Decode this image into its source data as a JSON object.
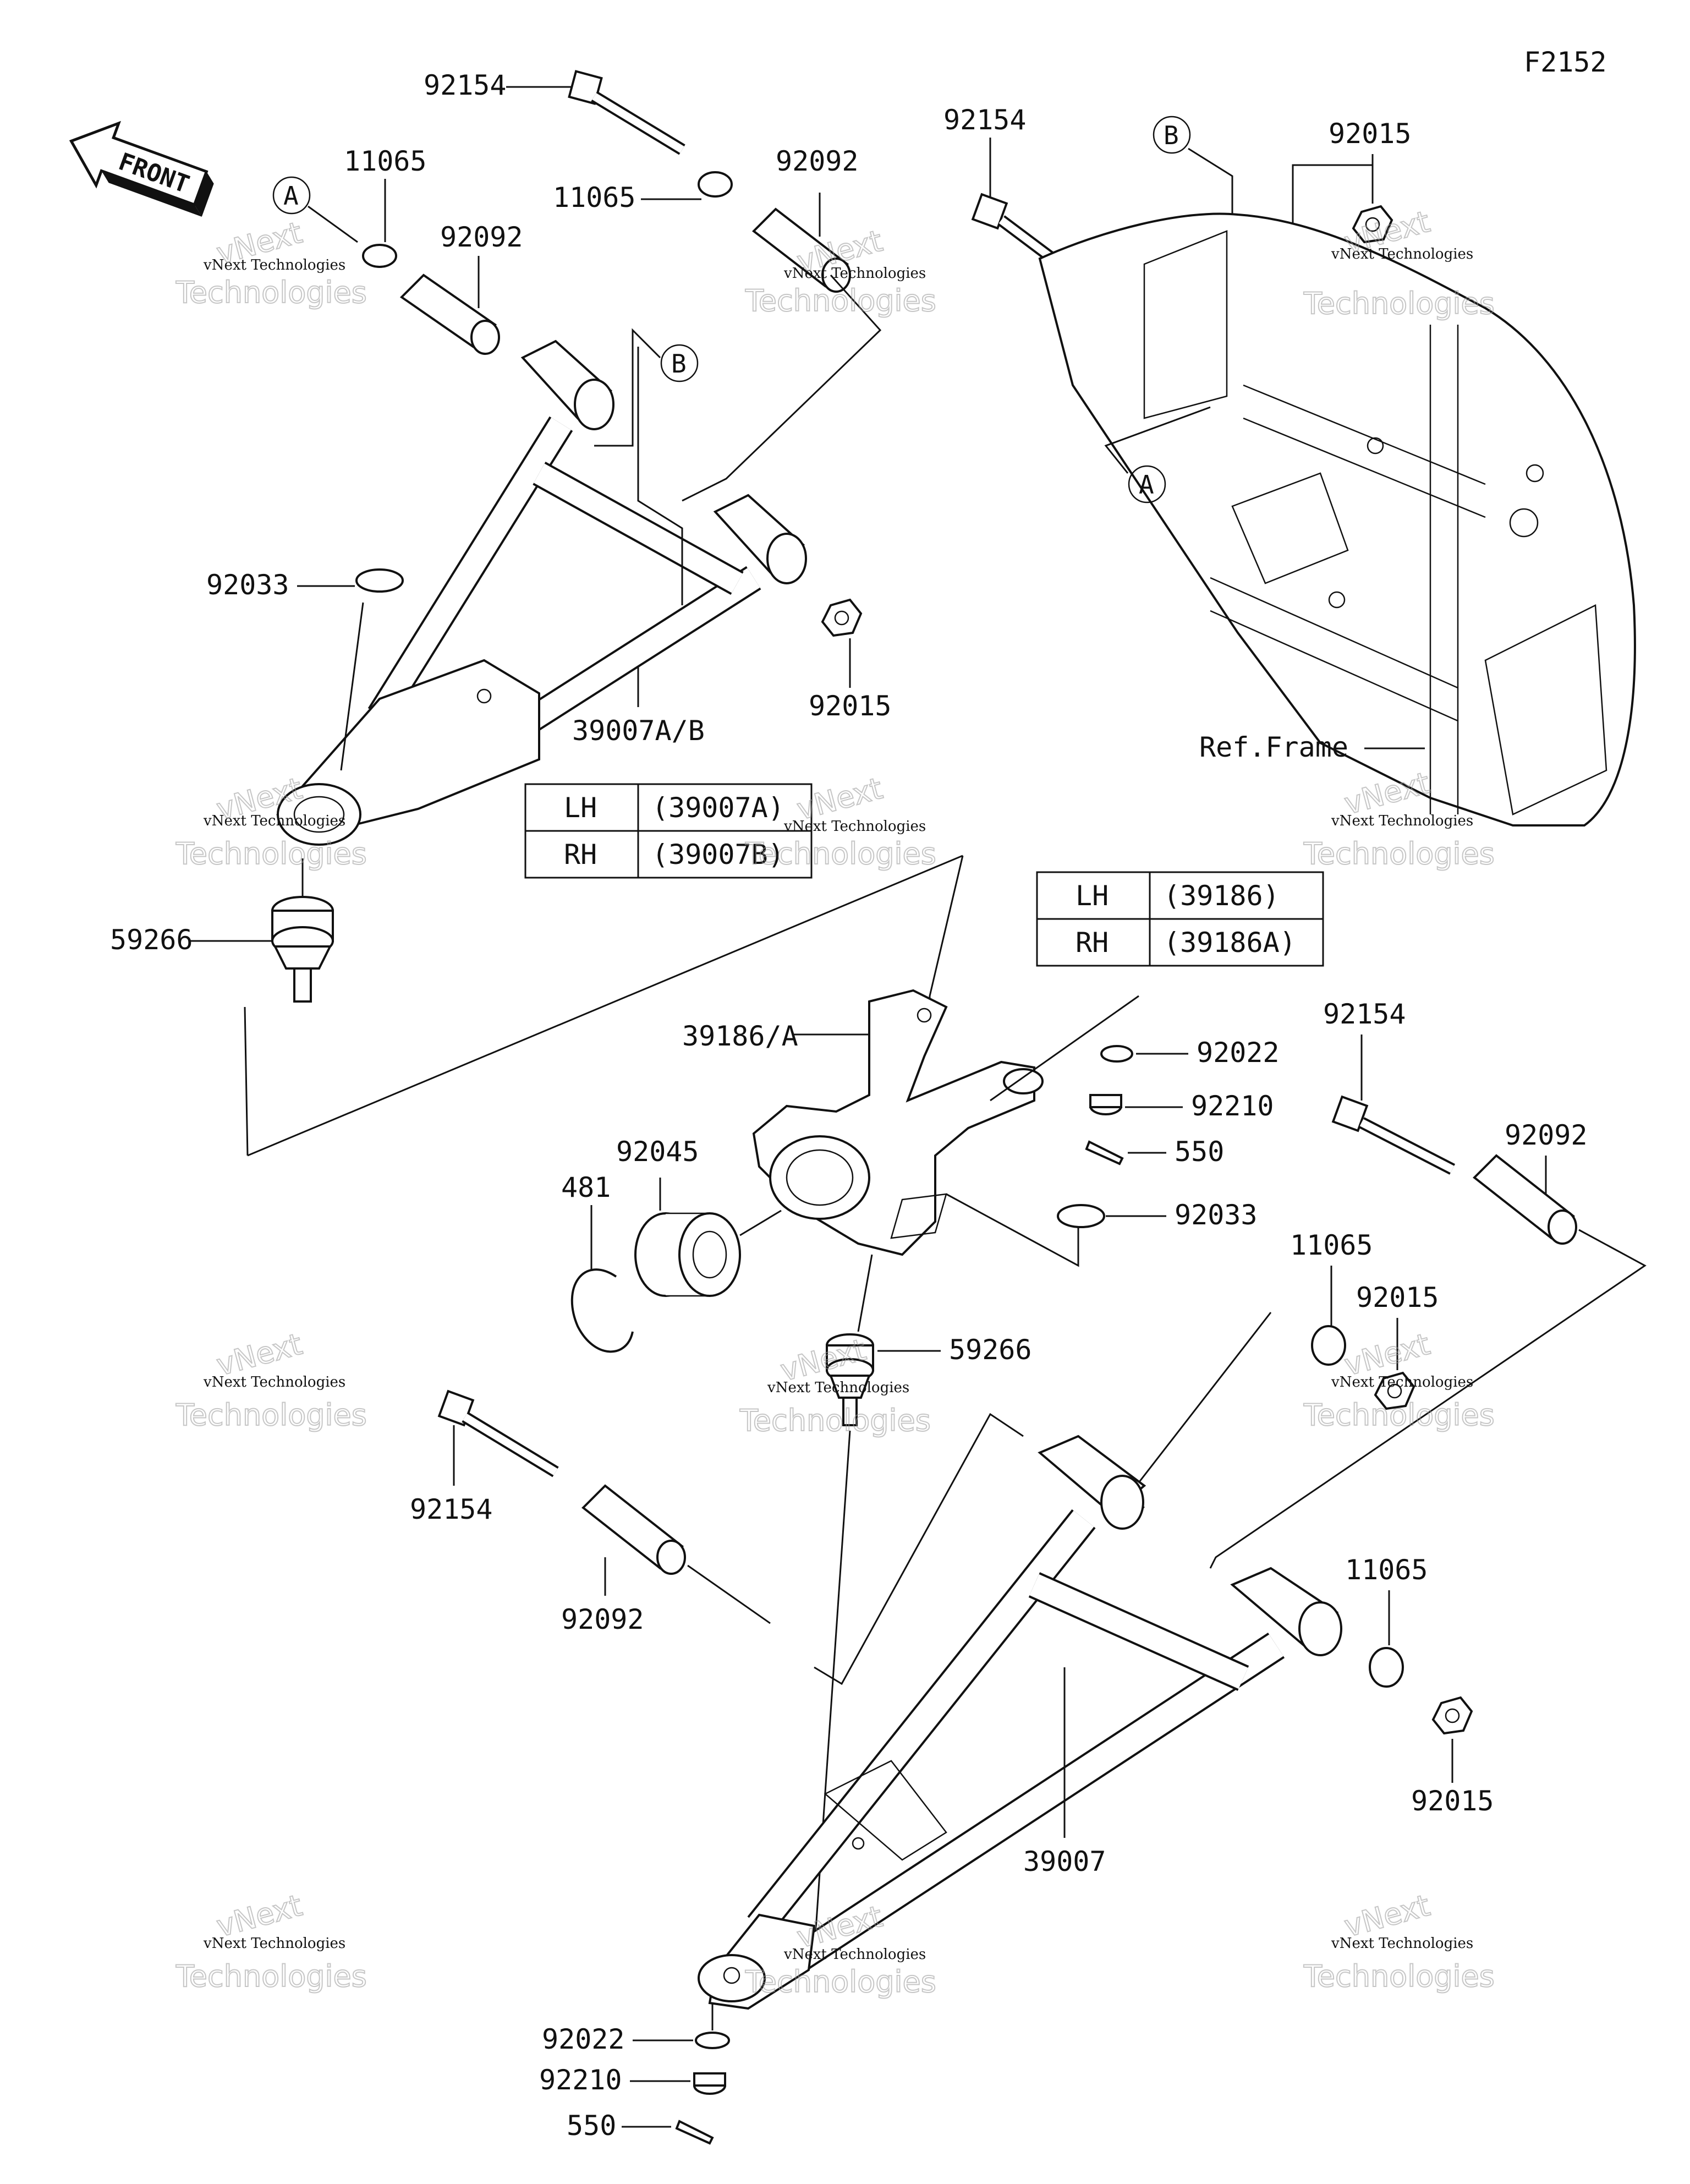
{
  "figure_code": "F2152",
  "front_arrow": {
    "label": "FRONT",
    "icon": "front-arrow-icon"
  },
  "callouts": {
    "a": "A",
    "b": "B"
  },
  "ref_frame_label": "Ref.Frame",
  "watermark": {
    "line1": "vNext Technologies",
    "line2": "vNext",
    "line3": "Technologies"
  },
  "labels": {
    "upper_bolt": "92154",
    "upper_washer_left": "11065",
    "upper_washer_mid": "11065",
    "upper_bushing_left": "92092",
    "upper_bushing_right": "92092",
    "upper_ring": "92033",
    "upper_nut": "92015",
    "upper_arm": "39007A/B",
    "upper_ball_joint": "59266",
    "frame_bolt": "92154",
    "frame_nut": "92015",
    "knuckle": "39186/A",
    "knuckle_washer": "92022",
    "knuckle_nut": "92210",
    "knuckle_pin": "550",
    "knuckle_ring": "92033",
    "bearing": "92045",
    "circlip": "481",
    "lower_ball_joint": "59266",
    "lower_bolt_right": "92154",
    "lower_bushing_right": "92092",
    "lower_washer_right": "11065",
    "lower_nut_right": "92015",
    "lower_bolt_left": "92154",
    "lower_bushing_left": "92092",
    "lower_washer_right2": "11065",
    "lower_nut_right2": "92015",
    "lower_arm": "39007",
    "bottom_washer": "92022",
    "bottom_nut": "92210",
    "bottom_pin": "550"
  },
  "table_upper_arm": {
    "rows": [
      {
        "side": "LH",
        "part": "(39007A)"
      },
      {
        "side": "RH",
        "part": "(39007B)"
      }
    ]
  },
  "table_knuckle": {
    "rows": [
      {
        "side": "LH",
        "part": "(39186)"
      },
      {
        "side": "RH",
        "part": "(39186A)"
      }
    ]
  }
}
